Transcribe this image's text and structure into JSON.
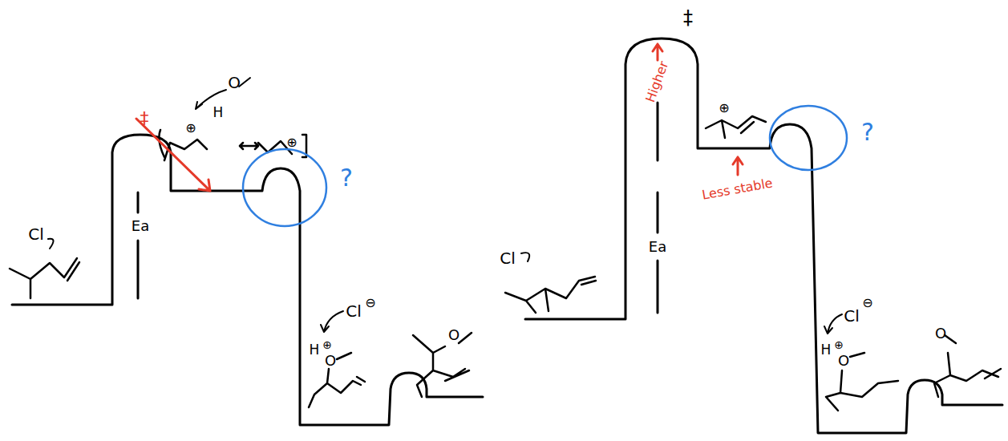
{
  "diagram": {
    "labels": [
      "‡",
      "Ea",
      "?",
      "Cl",
      "O",
      "H",
      "⊕",
      "⊕",
      "Cl",
      "⊖",
      "H",
      "⊕",
      "O",
      "O",
      "‡",
      "Higher",
      "Ea",
      "⊕",
      "Less stable",
      "?",
      "Cl",
      "Cl",
      "⊖",
      "H",
      "⊕",
      "O",
      "O"
    ]
  }
}
